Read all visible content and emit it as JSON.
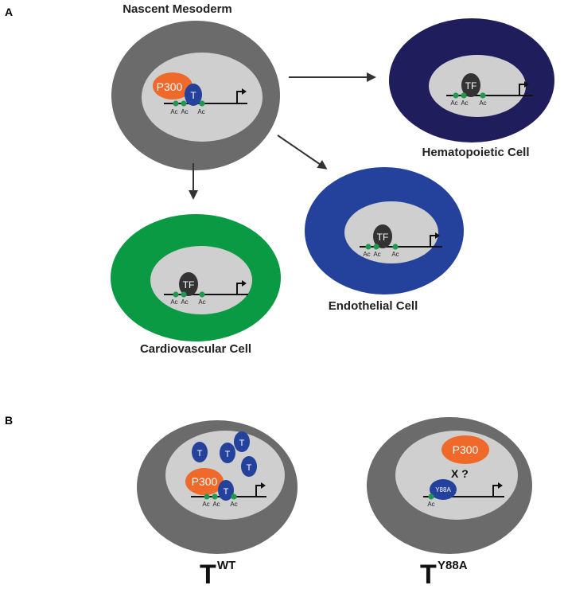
{
  "panels": {
    "a": {
      "label": "A"
    },
    "b": {
      "label": "B"
    }
  },
  "cells": {
    "nascent": {
      "title": "Nascent Mesoderm",
      "outer_color": "#6b6b6b",
      "nucleus_color": "#cfcfcf",
      "p300": "P300",
      "t": "T",
      "ac": [
        "Ac",
        "Ac",
        "Ac"
      ]
    },
    "hematopoietic": {
      "title": "Hematopoietic Cell",
      "outer_color": "#1f1d5c",
      "nucleus_color": "#cfcfcf",
      "tf": "TF",
      "ac": [
        "Ac",
        "Ac",
        "Ac"
      ]
    },
    "endothelial": {
      "title": "Endothelial Cell",
      "outer_color": "#24419c",
      "nucleus_color": "#cfcfcf",
      "tf": "TF",
      "ac": [
        "Ac",
        "Ac",
        "Ac"
      ]
    },
    "cardiovascular": {
      "title": "Cardiovascular Cell",
      "outer_color": "#0b9a44",
      "nucleus_color": "#cfcfcf",
      "tf": "TF",
      "ac": [
        "Ac",
        "Ac",
        "Ac"
      ]
    },
    "twt": {
      "label_main": "T",
      "label_sup": "WT",
      "outer_color": "#6b6b6b",
      "nucleus_color": "#cfcfcf",
      "p300": "P300",
      "t": "T",
      "free_t": [
        "T",
        "T",
        "T",
        "T"
      ],
      "ac": [
        "Ac",
        "Ac",
        "Ac"
      ]
    },
    "ty88a": {
      "label_main": "T",
      "label_sup": "Y88A",
      "outer_color": "#6b6b6b",
      "nucleus_color": "#cfcfcf",
      "p300": "P300",
      "t_mutant": "Y88A",
      "blocked": "X ?",
      "ac": [
        "Ac"
      ]
    }
  },
  "colors": {
    "p300": "#ef6a2a",
    "t_protein": "#24419c",
    "tf": "#333333",
    "ac_dot": "#1f9a50",
    "arrow": "#333333",
    "dna": "#111111"
  }
}
